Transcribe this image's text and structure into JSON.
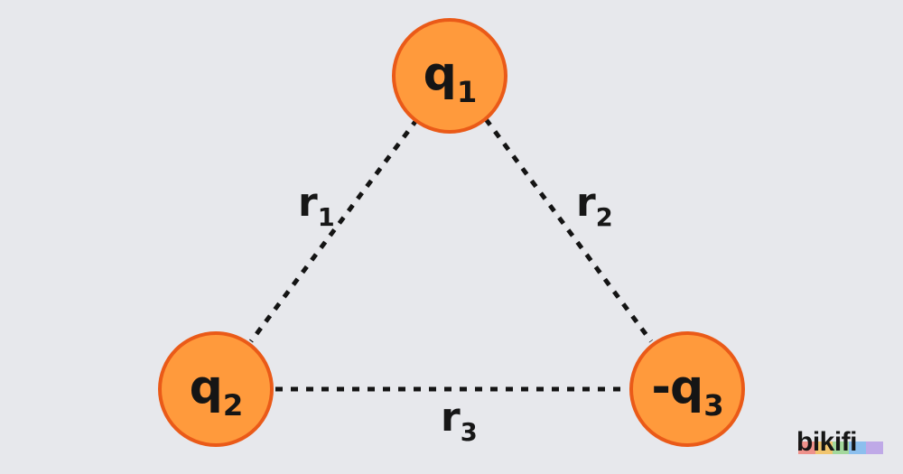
{
  "colors": {
    "background": "#e7e8ec",
    "charge_fill": "#ff9a3c",
    "charge_border": "#ea5a18",
    "line": "#141414",
    "logo_bars": [
      "#f27066",
      "#f5b840",
      "#8ad280",
      "#6ab0ef",
      "#b191e6"
    ]
  },
  "charges": {
    "q1": {
      "symbol": "q",
      "index": "1"
    },
    "q2": {
      "symbol": "q",
      "index": "2"
    },
    "q3": {
      "symbol": "-q",
      "index": "3"
    }
  },
  "distances": {
    "r1": {
      "symbol": "r",
      "index": "1"
    },
    "r2": {
      "symbol": "r",
      "index": "2"
    },
    "r3": {
      "symbol": "r",
      "index": "3"
    }
  },
  "logo": {
    "text": "bikifi"
  }
}
